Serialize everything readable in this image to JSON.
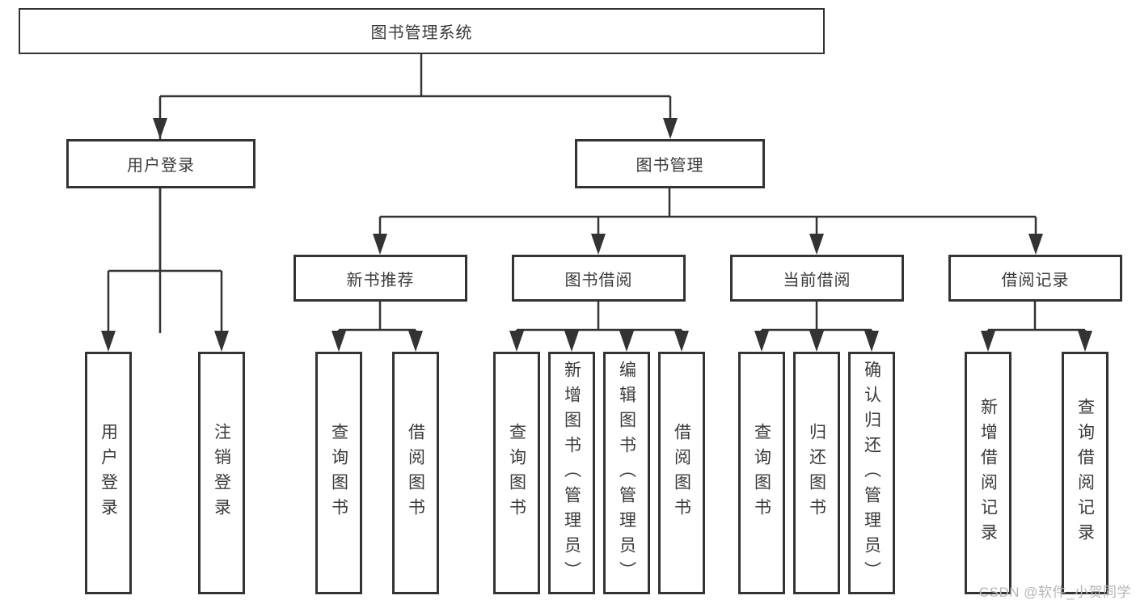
{
  "diagram": {
    "root": "图书管理系统",
    "level2": {
      "user_login": "用户登录",
      "book_management": "图书管理"
    },
    "level3": [
      {
        "label": "新书推荐"
      },
      {
        "label": "图书借阅"
      },
      {
        "label": "当前借阅"
      },
      {
        "label": "借阅记录"
      }
    ],
    "leaves": {
      "user_login": [
        "用户登录",
        "注销登录"
      ],
      "new_book": [
        "查询图书",
        "借阅图书"
      ],
      "book_borrow": [
        "查询图书",
        "新增图书（管理员）",
        "编辑图书（管理员）",
        "借阅图书"
      ],
      "current_borrow": [
        "查询图书",
        "归还图书",
        "确认归还（管理员）"
      ],
      "borrow_record": [
        "新增借阅记录",
        "查询借阅记录"
      ]
    }
  },
  "watermark": "CSDN @软件_小贺同学",
  "colors": {
    "line": "#333333",
    "border": "#333333",
    "text": "#3a3a3a",
    "background": "#ffffff",
    "watermark": "#b5b5b5"
  }
}
